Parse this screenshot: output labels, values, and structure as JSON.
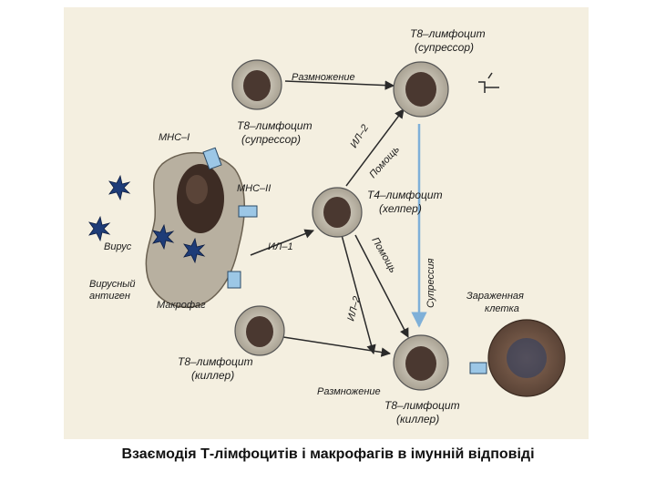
{
  "labels": {
    "t8_supp_top_1": "Т8–лимфоцит",
    "t8_supp_top_2": "(супрессор)",
    "razm_top": "Размножение",
    "t8_supp_mid_1": "Т8–лимфоцит",
    "t8_supp_mid_2": "(супрессор)",
    "mhc1": "МНС–I",
    "il2_top": "ИЛ–2",
    "help_top": "Помощь",
    "mhc2": "МНС–II",
    "t4_1": "Т4–лимфоцит",
    "t4_2": "(хелпер)",
    "virus": "Вирус",
    "il1": "ИЛ–1",
    "help_bottom": "Помощь",
    "suppression": "Супрессия",
    "viral_antigen_1": "Вирусный",
    "viral_antigen_2": "антиген",
    "macrophage": "Макрофаг",
    "infected_1": "Зараженная",
    "infected_2": "клетка",
    "il2_bottom": "ИЛ–2",
    "t8_killer_left_1": "Т8–лимфоцит",
    "t8_killer_left_2": "(киллер)",
    "razm_bottom": "Размножение",
    "t8_killer_right_1": "Т8–лимфоцит",
    "t8_killer_right_2": "(киллер)"
  },
  "caption": "Взаємодія Т-лімфоцитів і макрофагів в імунній відповіді",
  "colors": {
    "background": "#f4efe0",
    "cell_fill": "#d8d3c6",
    "nucleus": "#4a3830",
    "arrow": "#2a2a2a",
    "suppression_arrow": "#7fb0d8",
    "virus": "#1e3c78",
    "receptor": "#9cc7e6"
  }
}
